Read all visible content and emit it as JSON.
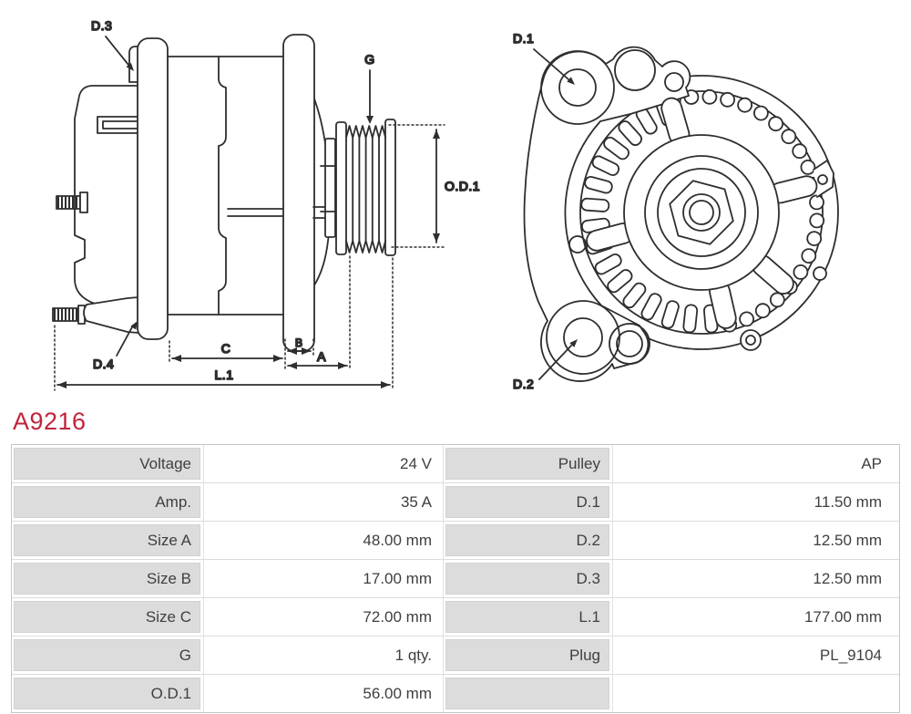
{
  "part_number": "A9216",
  "colors": {
    "accent_red": "#c0253c",
    "line": "#2e2e2e",
    "label_cell_bg": "#dcdcdc",
    "table_border": "#c6c6c6",
    "text": "#3f3f3f"
  },
  "diagram": {
    "side": {
      "d3": "D.3",
      "d4": "D.4",
      "g": "G",
      "od1": "O.D.1",
      "dim_c": "C",
      "dim_b": "B",
      "dim_a": "A",
      "dim_l1": "L.1"
    },
    "front": {
      "d1": "D.1",
      "d2": "D.2"
    }
  },
  "table": {
    "rows": [
      {
        "label1": "Voltage",
        "value1": "24 V",
        "label2": "Pulley",
        "value2": "AP"
      },
      {
        "label1": "Amp.",
        "value1": "35 A",
        "label2": "D.1",
        "value2": "11.50 mm"
      },
      {
        "label1": "Size A",
        "value1": "48.00 mm",
        "label2": "D.2",
        "value2": "12.50 mm"
      },
      {
        "label1": "Size B",
        "value1": "17.00 mm",
        "label2": "D.3",
        "value2": "12.50 mm"
      },
      {
        "label1": "Size C",
        "value1": "72.00 mm",
        "label2": "L.1",
        "value2": "177.00 mm"
      },
      {
        "label1": "G",
        "value1": "1 qty.",
        "label2": "Plug",
        "value2": "PL_9104"
      },
      {
        "label1": "O.D.1",
        "value1": "56.00 mm",
        "label2": "",
        "value2": ""
      }
    ]
  }
}
